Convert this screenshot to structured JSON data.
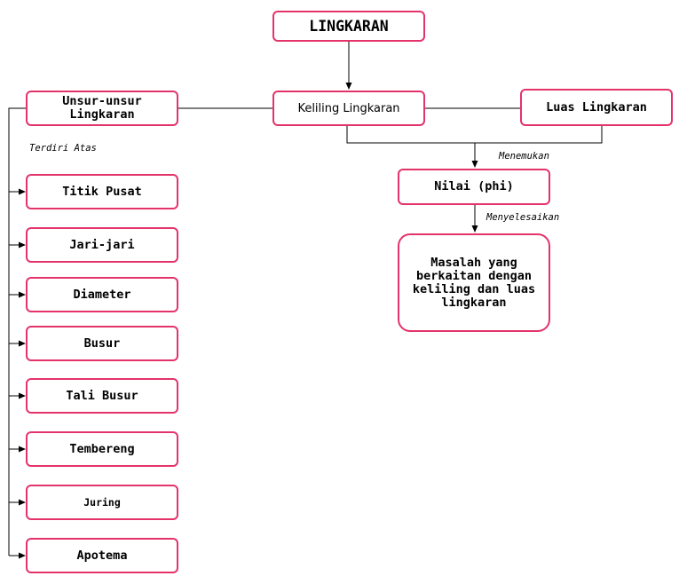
{
  "colors": {
    "box_border": "#e4336b",
    "line": "#000000"
  },
  "root": {
    "label": "LINGKARAN"
  },
  "center": {
    "label": "Keliling Lingkaran"
  },
  "left": {
    "label": "Unsur-unsur\nLingkaran"
  },
  "right": {
    "label": "Luas Lingkaran"
  },
  "pi_node": {
    "label": "Nilai (phi)"
  },
  "result_node": {
    "label": "Masalah yang\nberkaitan dengan\nkeliling dan luas\nlingkaran"
  },
  "edge_labels": {
    "consists_of": "Terdiri Atas",
    "finds": "Menemukan",
    "solves": "Menyelesaikan"
  },
  "elements": [
    {
      "label": "Titik Pusat"
    },
    {
      "label": "Jari-jari"
    },
    {
      "label": "Diameter"
    },
    {
      "label": "Busur"
    },
    {
      "label": "Tali Busur"
    },
    {
      "label": "Tembereng"
    },
    {
      "label": "Juring"
    },
    {
      "label": "Apotema"
    }
  ]
}
